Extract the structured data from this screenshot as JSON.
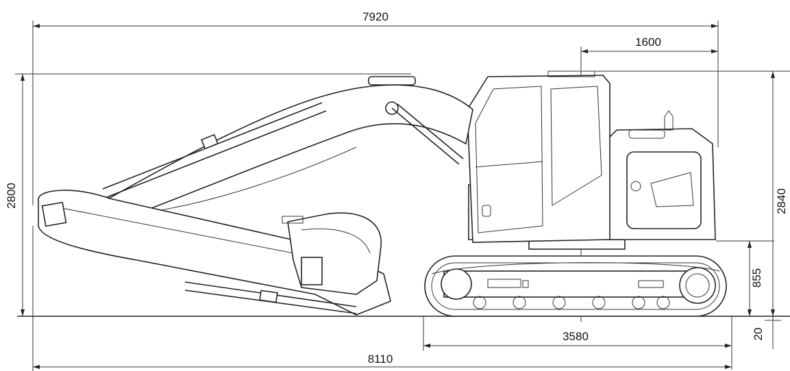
{
  "dimensions": {
    "overall_length_top": "7920",
    "rear_swing_radius": "1600",
    "overall_height_left": "2800",
    "cab_height_right": "2840",
    "ground_clearance_counterweight": "855",
    "ground_clearance_min": "20",
    "track_length": "3580",
    "overall_length_bottom": "8110"
  }
}
